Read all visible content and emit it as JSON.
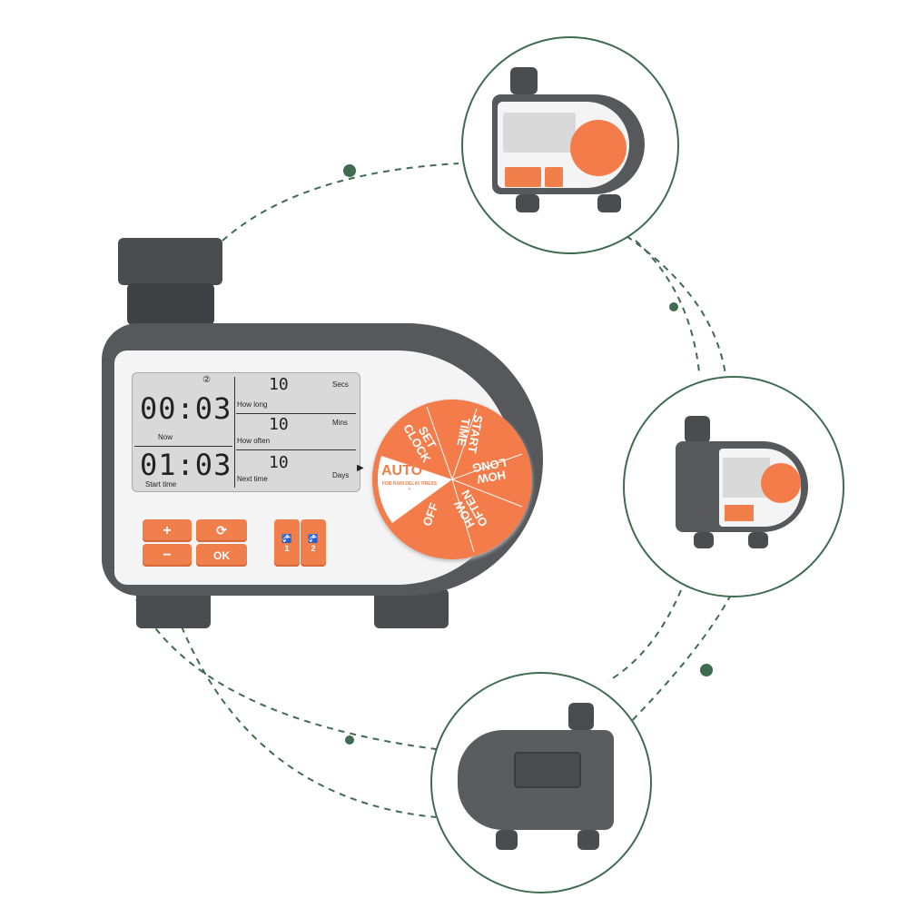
{
  "colors": {
    "accent": "#f07f4c",
    "body": "#56585c",
    "lcd": "#d9d9d9",
    "connector": "#3f6b4e"
  },
  "lcd": {
    "zone_icon": "②",
    "now_time": "00:03",
    "now_label": "Now",
    "start_time": "01:03",
    "start_label": "Start time",
    "how_long_value": "10",
    "how_long_label": "How long",
    "how_long_unit": "Secs",
    "how_often_value": "10",
    "how_often_label": "How often",
    "how_often_unit": "Mins",
    "next_time_value": "10",
    "next_time_label": "Next time",
    "next_time_unit": "Days"
  },
  "buttons": {
    "plus": "+",
    "minus": "−",
    "cycle_icon": "cycle-icon",
    "ok": "OK",
    "tap1": "1",
    "tap2": "2"
  },
  "dial": {
    "pointer": "▶",
    "auto": "AUTO",
    "auto_sub": "FOR RAIN DELAY PRESS +",
    "set_clock": "SET CLOCK",
    "start_time": "START TIME",
    "how_long": "HOW LONG",
    "how_often": "HOW OFTEN",
    "off": "OFF"
  }
}
